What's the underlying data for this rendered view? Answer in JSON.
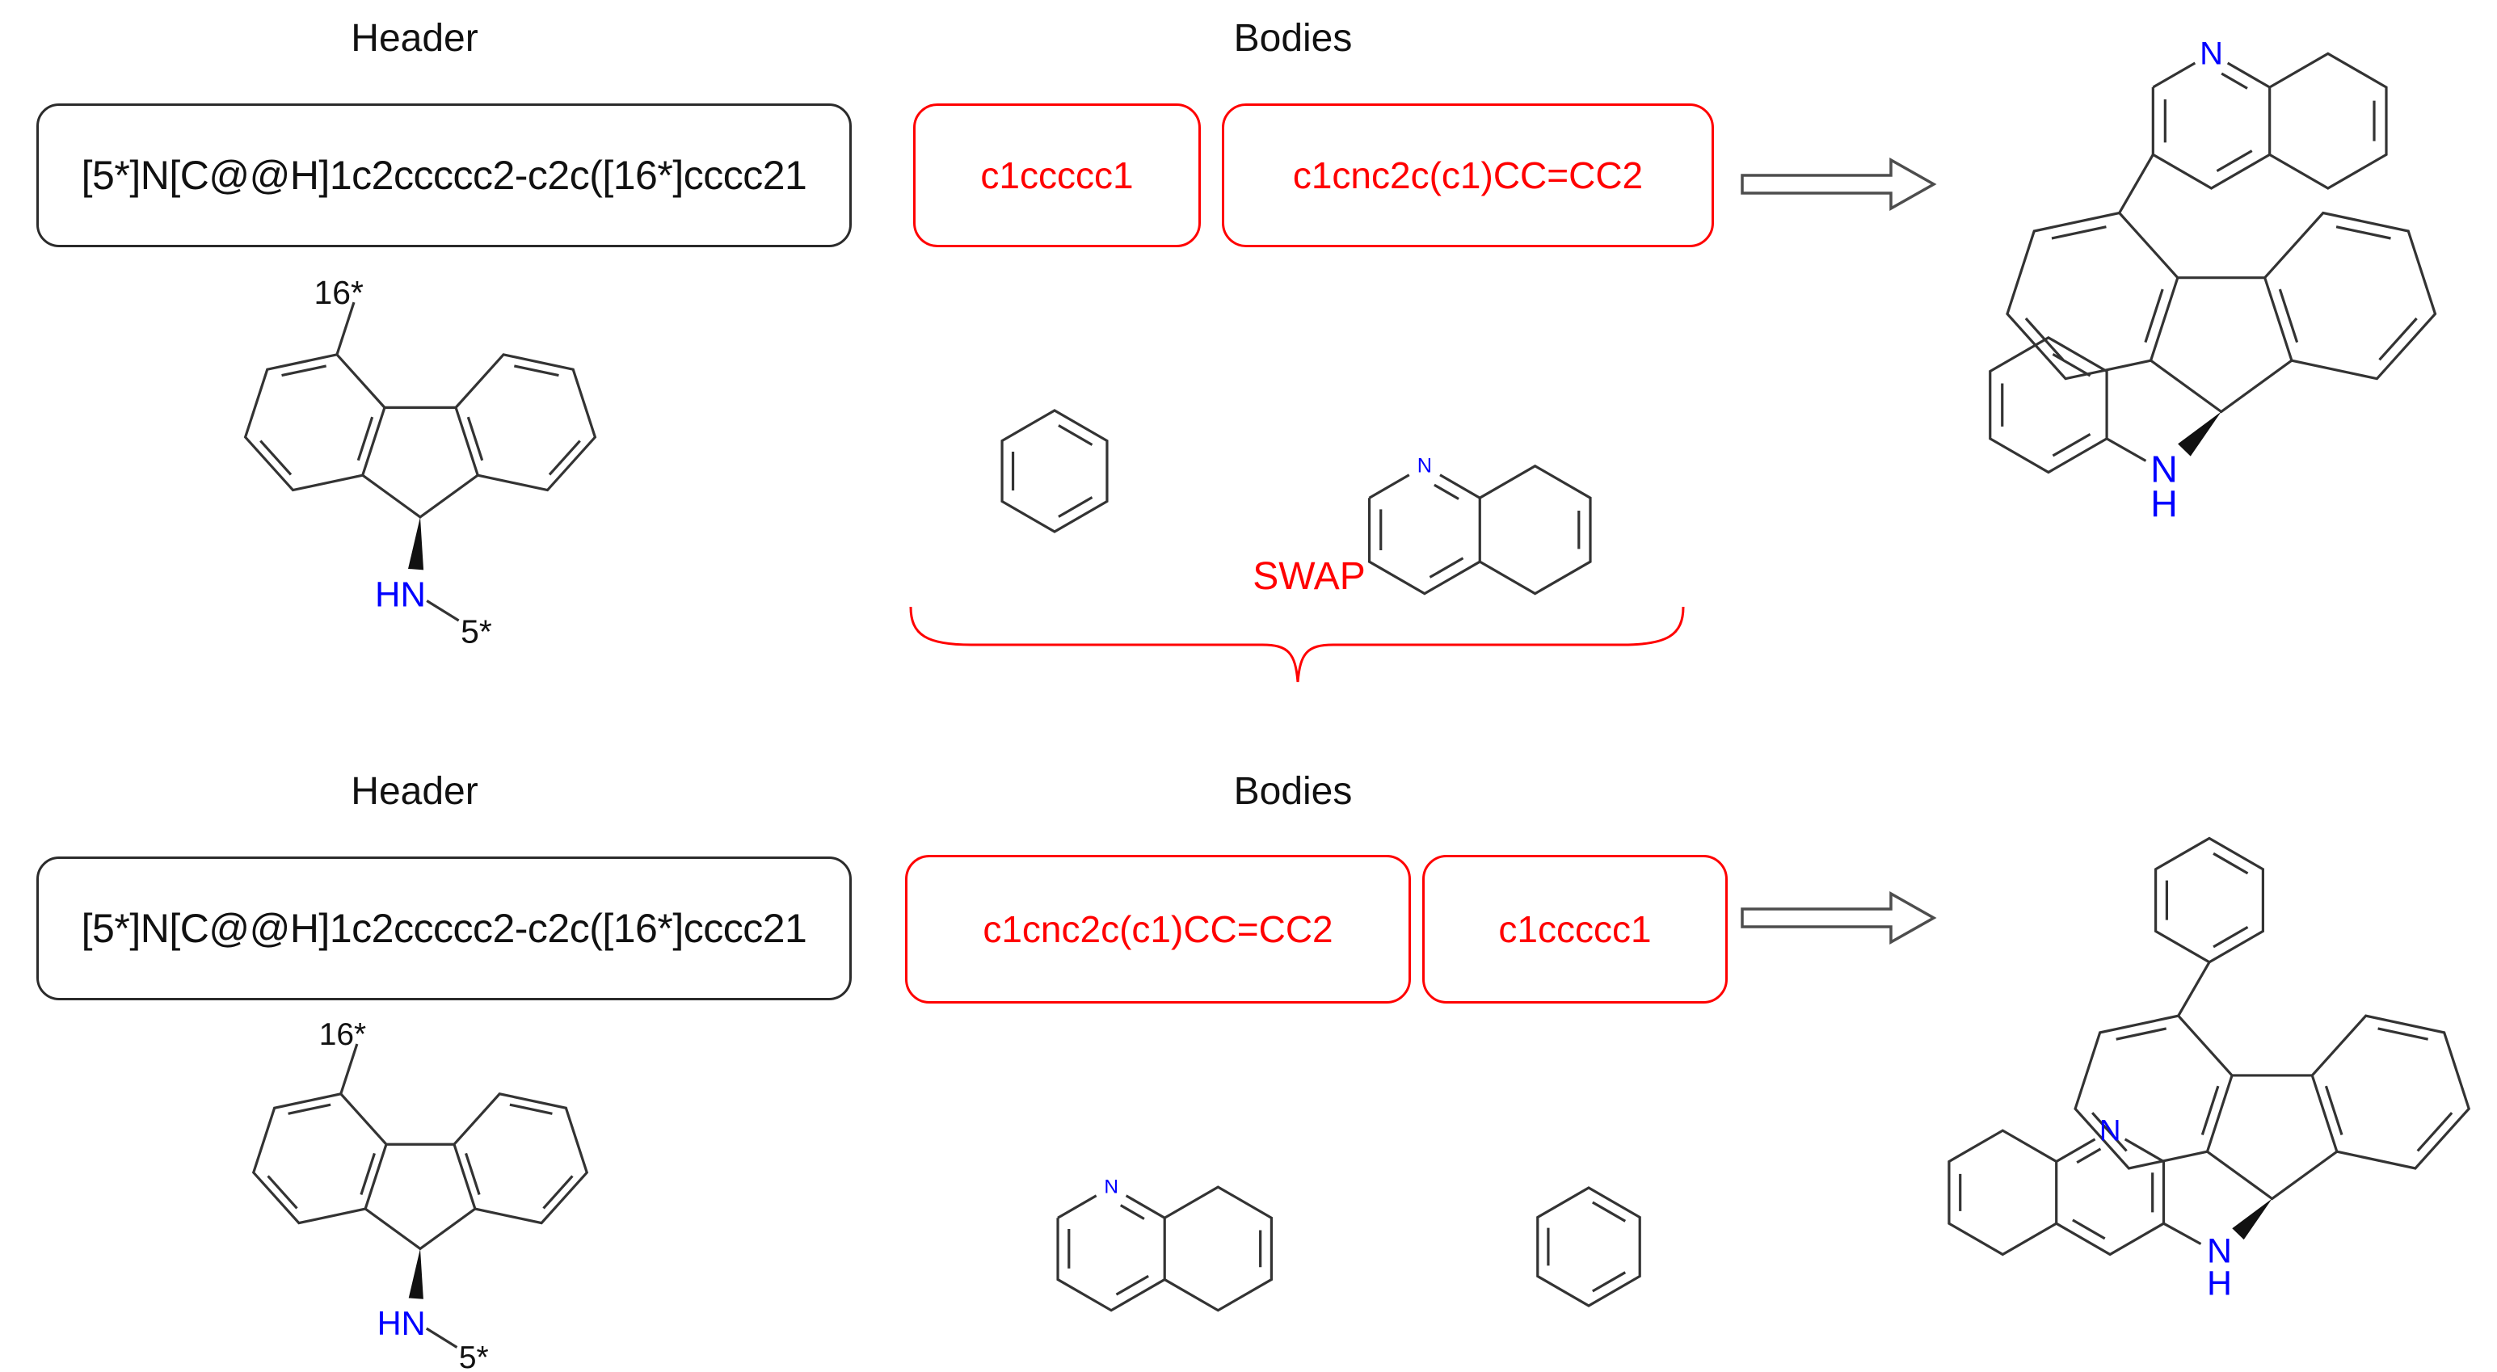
{
  "rows": [
    {
      "header": {
        "label": "Header",
        "smiles": "[5*]N[C@@H]1c2ccccc2-c2c([16*]cccc21"
      },
      "bodies": {
        "label": "Bodies",
        "box1": "c1ccccc1",
        "box2": "c1cnc2c(c1)CC=CC2"
      }
    },
    {
      "header": {
        "label": "Header",
        "smiles": "[5*]N[C@@H]1c2ccccc2-c2c([16*]cccc21"
      },
      "bodies": {
        "label": "Bodies",
        "box1": "c1cnc2c(c1)CC=CC2",
        "box2": "c1ccccc1"
      }
    }
  ],
  "swap": {
    "label": "SWAP"
  },
  "atoms": {
    "r16": "16*",
    "r5": "5*",
    "hn": "HN",
    "n": "N",
    "h": "H"
  },
  "colors": {
    "highlight_red": "#ff0000",
    "heteroatom_blue": "#0000ff",
    "bond_black": "#333333",
    "arrow_outline_gray": "#4d4d4d",
    "text_black": "#111111"
  }
}
